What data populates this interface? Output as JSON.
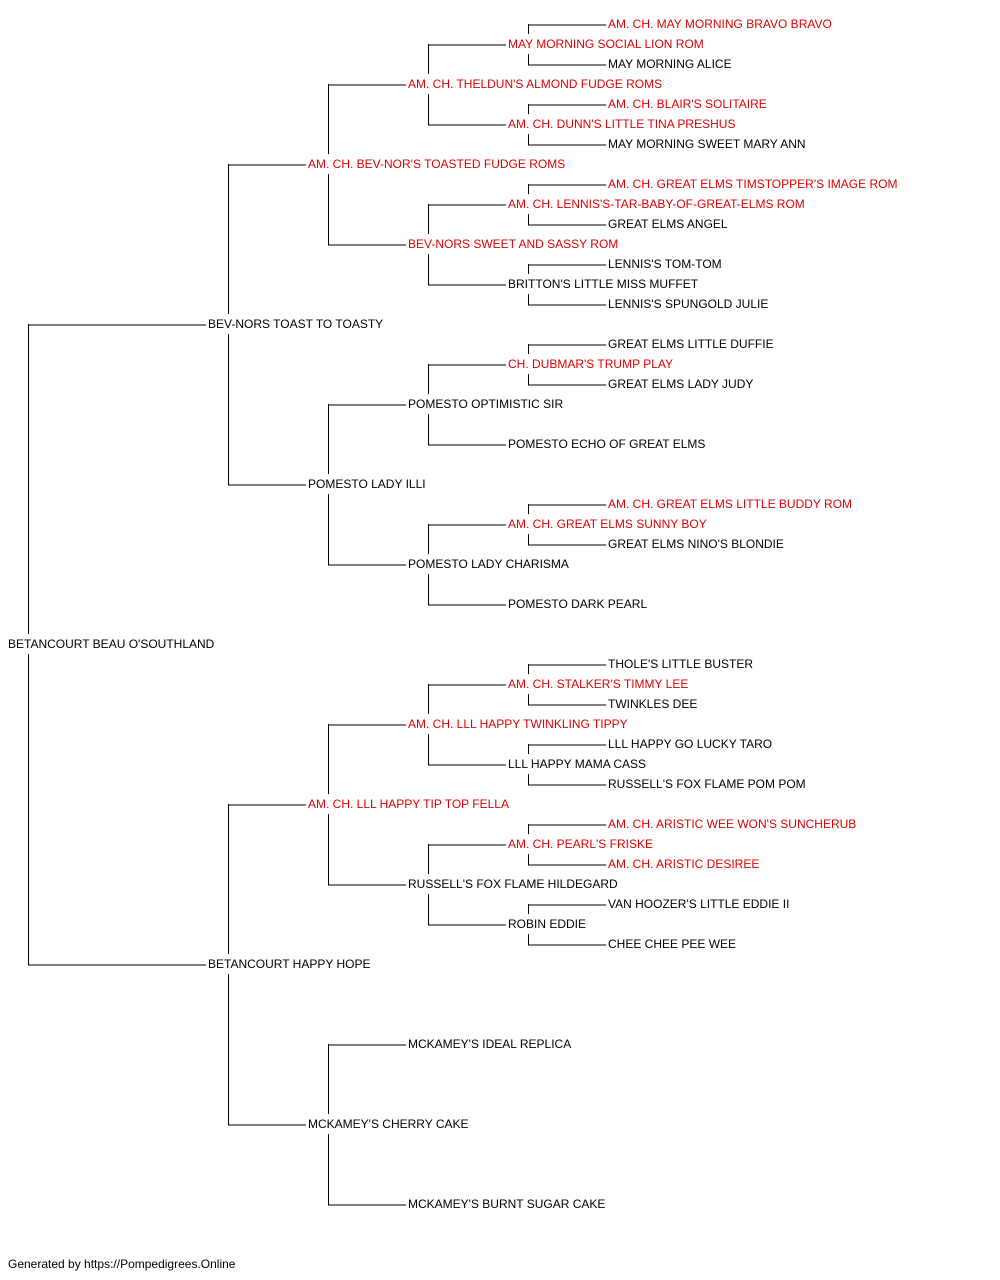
{
  "colors": {
    "champion": "#e00000",
    "normal": "#000000",
    "line": "#000000"
  },
  "footer": "Generated by https://Pompedigrees.Online",
  "pedigree": {
    "name": "BETANCOURT BEAU O'SOUTHLAND",
    "ch": false,
    "sire": {
      "name": "BEV-NORS TOAST TO TOASTY",
      "ch": false,
      "sire": {
        "name": "AM. CH. BEV-NOR'S TOASTED FUDGE ROMS",
        "ch": true,
        "sire": {
          "name": "AM. CH. THELDUN'S ALMOND FUDGE ROMS",
          "ch": true,
          "sire": {
            "name": "MAY MORNING SOCIAL LION ROM",
            "ch": true,
            "sire": {
              "name": "AM. CH. MAY MORNING BRAVO BRAVO",
              "ch": true
            },
            "dam": {
              "name": "MAY MORNING ALICE",
              "ch": false
            }
          },
          "dam": {
            "name": "AM. CH. DUNN'S LITTLE TINA PRESHUS",
            "ch": true,
            "sire": {
              "name": "AM. CH. BLAIR'S SOLITAIRE",
              "ch": true
            },
            "dam": {
              "name": "MAY MORNING SWEET MARY ANN",
              "ch": false
            }
          }
        },
        "dam": {
          "name": "BEV-NORS SWEET AND SASSY ROM",
          "ch": true,
          "sire": {
            "name": "AM. CH. LENNIS'S-TAR-BABY-OF-GREAT-ELMS ROM",
            "ch": true,
            "sire": {
              "name": "AM. CH. GREAT ELMS TIMSTOPPER'S IMAGE ROM",
              "ch": true
            },
            "dam": {
              "name": "GREAT ELMS ANGEL",
              "ch": false
            }
          },
          "dam": {
            "name": "BRITTON'S LITTLE MISS MUFFET",
            "ch": false,
            "sire": {
              "name": "LENNIS'S TOM-TOM",
              "ch": false
            },
            "dam": {
              "name": "LENNIS'S SPUNGOLD JULIE",
              "ch": false
            }
          }
        }
      },
      "dam": {
        "name": "POMESTO LADY ILLI",
        "ch": false,
        "sire": {
          "name": "POMESTO OPTIMISTIC SIR",
          "ch": false,
          "sire": {
            "name": "CH. DUBMAR'S TRUMP PLAY",
            "ch": true,
            "sire": {
              "name": "GREAT ELMS LITTLE DUFFIE",
              "ch": false
            },
            "dam": {
              "name": "GREAT ELMS LADY JUDY",
              "ch": false
            }
          },
          "dam": {
            "name": "POMESTO ECHO OF GREAT ELMS",
            "ch": false
          }
        },
        "dam": {
          "name": "POMESTO LADY CHARISMA",
          "ch": false,
          "sire": {
            "name": "AM. CH. GREAT ELMS SUNNY BOY",
            "ch": true,
            "sire": {
              "name": "AM. CH. GREAT ELMS LITTLE BUDDY ROM",
              "ch": true
            },
            "dam": {
              "name": "GREAT ELMS NINO'S BLONDIE",
              "ch": false
            }
          },
          "dam": {
            "name": "POMESTO DARK PEARL",
            "ch": false
          }
        }
      }
    },
    "dam": {
      "name": "BETANCOURT HAPPY HOPE",
      "ch": false,
      "sire": {
        "name": "AM. CH. LLL HAPPY TIP TOP FELLA",
        "ch": true,
        "sire": {
          "name": "AM. CH. LLL HAPPY TWINKLING TIPPY",
          "ch": true,
          "sire": {
            "name": "AM. CH. STALKER'S TIMMY LEE",
            "ch": true,
            "sire": {
              "name": "THOLE'S LITTLE BUSTER",
              "ch": false
            },
            "dam": {
              "name": "TWINKLES DEE",
              "ch": false
            }
          },
          "dam": {
            "name": "LLL HAPPY MAMA CASS",
            "ch": false,
            "sire": {
              "name": "LLL HAPPY GO LUCKY TARO",
              "ch": false
            },
            "dam": {
              "name": "RUSSELL'S FOX FLAME POM POM",
              "ch": false
            }
          }
        },
        "dam": {
          "name": "RUSSELL'S FOX FLAME HILDEGARD",
          "ch": false,
          "sire": {
            "name": "AM. CH. PEARL'S FRISKE",
            "ch": true,
            "sire": {
              "name": "AM. CH. ARISTIC WEE WON'S SUNCHERUB",
              "ch": true
            },
            "dam": {
              "name": "AM. CH. ARISTIC DESIREE",
              "ch": true
            }
          },
          "dam": {
            "name": "ROBIN EDDIE",
            "ch": false,
            "sire": {
              "name": "VAN HOOZER'S LITTLE EDDIE II",
              "ch": false
            },
            "dam": {
              "name": "CHEE CHEE PEE WEE",
              "ch": false
            }
          }
        }
      },
      "dam": {
        "name": "MCKAMEY'S CHERRY CAKE",
        "ch": false,
        "sire": {
          "name": "MCKAMEY'S IDEAL REPLICA",
          "ch": false
        },
        "dam": {
          "name": "MCKAMEY'S BURNT SUGAR CAKE",
          "ch": false
        }
      }
    }
  }
}
